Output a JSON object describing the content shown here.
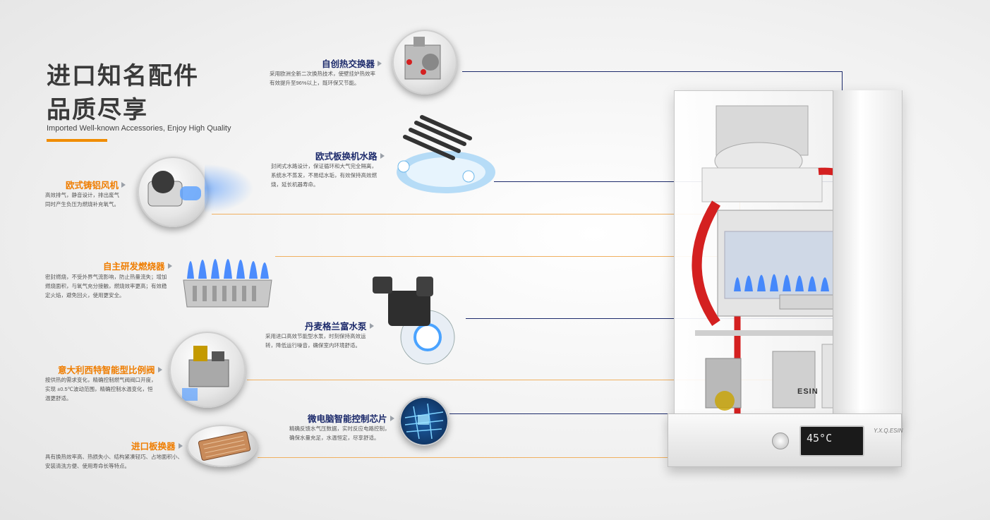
{
  "heading": {
    "line1": "进口知名配件",
    "line2": "品质尽享",
    "subtitle": "Imported Well-known Accessories, Enjoy High Quality",
    "accent_color": "#f08c00"
  },
  "components": [
    {
      "id": "heat-exchanger",
      "title": "自创热交换器",
      "color": "navy",
      "lines": [
        "采用欧洲全新二次换热技术，使壁挂炉热效率",
        "有效提升至96%以上，既环保又节能。"
      ]
    },
    {
      "id": "water-path",
      "title": "欧式板换机水路",
      "color": "navy",
      "lines": [
        "封闭式水路设计，保证循环和大气完全隔离，",
        "系统水不蒸发，不易结水垢，有效保持高效燃",
        "烧，延长机器寿命。"
      ]
    },
    {
      "id": "fan",
      "title": "欧式铸铝风机",
      "color": "orange",
      "lines": [
        "高效排气，静音设计，排出废气",
        "同时产生负压为燃烧补充氧气。"
      ]
    },
    {
      "id": "burner",
      "title": "自主研发燃烧器",
      "color": "orange",
      "lines": [
        "密封燃烧，不受外界气流影响，防止热量流失；增加",
        "燃烧面积，与氧气充分接触，燃烧效率更高；有效稳",
        "定火焰，避免回火，使用更安全。"
      ]
    },
    {
      "id": "pump",
      "title": "丹麦格兰富水泵",
      "color": "navy",
      "lines": [
        "采用进口高效节能型水泵，时刻保持高效运",
        "转，降低运行噪音，确保室内环境舒适。"
      ]
    },
    {
      "id": "valve",
      "title": "意大利西特智能型比例阀",
      "color": "orange",
      "lines": [
        "按供热的需求变化，精确控制燃气阀阀口开度，",
        "实现 ±0.5℃波动范围，精确控制水温变化，恒",
        "温更舒适。"
      ]
    },
    {
      "id": "chip",
      "title": "微电脑智能控制芯片",
      "color": "navy",
      "lines": [
        "精确反馈水气压数据，实时反应电路控制，",
        "确保水量充足，水温恒定，尽享舒适。"
      ]
    },
    {
      "id": "plate",
      "title": "进口板换器",
      "color": "orange",
      "lines": [
        "具有换热效率高、热损失小、结构紧凑轻巧、占地面积小、",
        "安装清洗方便、使用寿命长等特点。"
      ]
    }
  ],
  "boiler": {
    "brand": "ESIN",
    "display_temp": "45°C",
    "signature": "Y.X.Q.ESIN"
  },
  "colors": {
    "navy": "#1c2a6b",
    "orange": "#ef7d00",
    "flame_blue": "#2f7bff",
    "pipe_red": "#d42020"
  },
  "icons": [
    "arrow-right-icon",
    "heat-exchanger-icon",
    "water-circuit-icon",
    "fan-icon",
    "burner-icon",
    "pump-icon",
    "gas-valve-icon",
    "chip-icon",
    "plate-exchanger-icon"
  ]
}
